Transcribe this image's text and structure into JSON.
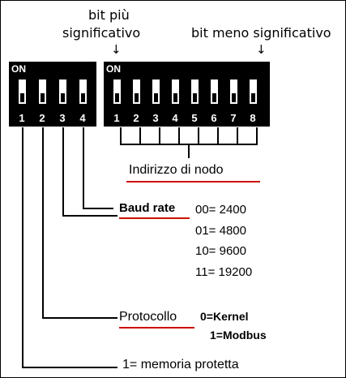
{
  "header": {
    "msb_line1": "bit più",
    "msb_line2": "significativo",
    "lsb": "bit meno significativo"
  },
  "dip_left": {
    "on_label": "ON",
    "numbers": [
      "1",
      "2",
      "3",
      "4"
    ]
  },
  "dip_right": {
    "on_label": "ON",
    "numbers": [
      "1",
      "2",
      "3",
      "4",
      "5",
      "6",
      "7",
      "8"
    ]
  },
  "node_address": {
    "title": "Indirizzo di nodo"
  },
  "baud": {
    "title": "Baud rate",
    "options": [
      "00= 2400",
      "01= 4800",
      "10= 9600",
      "11= 19200"
    ]
  },
  "protocol": {
    "title": "Protocollo",
    "options": [
      "0=Kernel",
      "1=Modbus"
    ]
  },
  "memory": {
    "title": "1= memoria protetta"
  },
  "colors": {
    "underline": "#cc1100",
    "switch_body": "#000000"
  }
}
